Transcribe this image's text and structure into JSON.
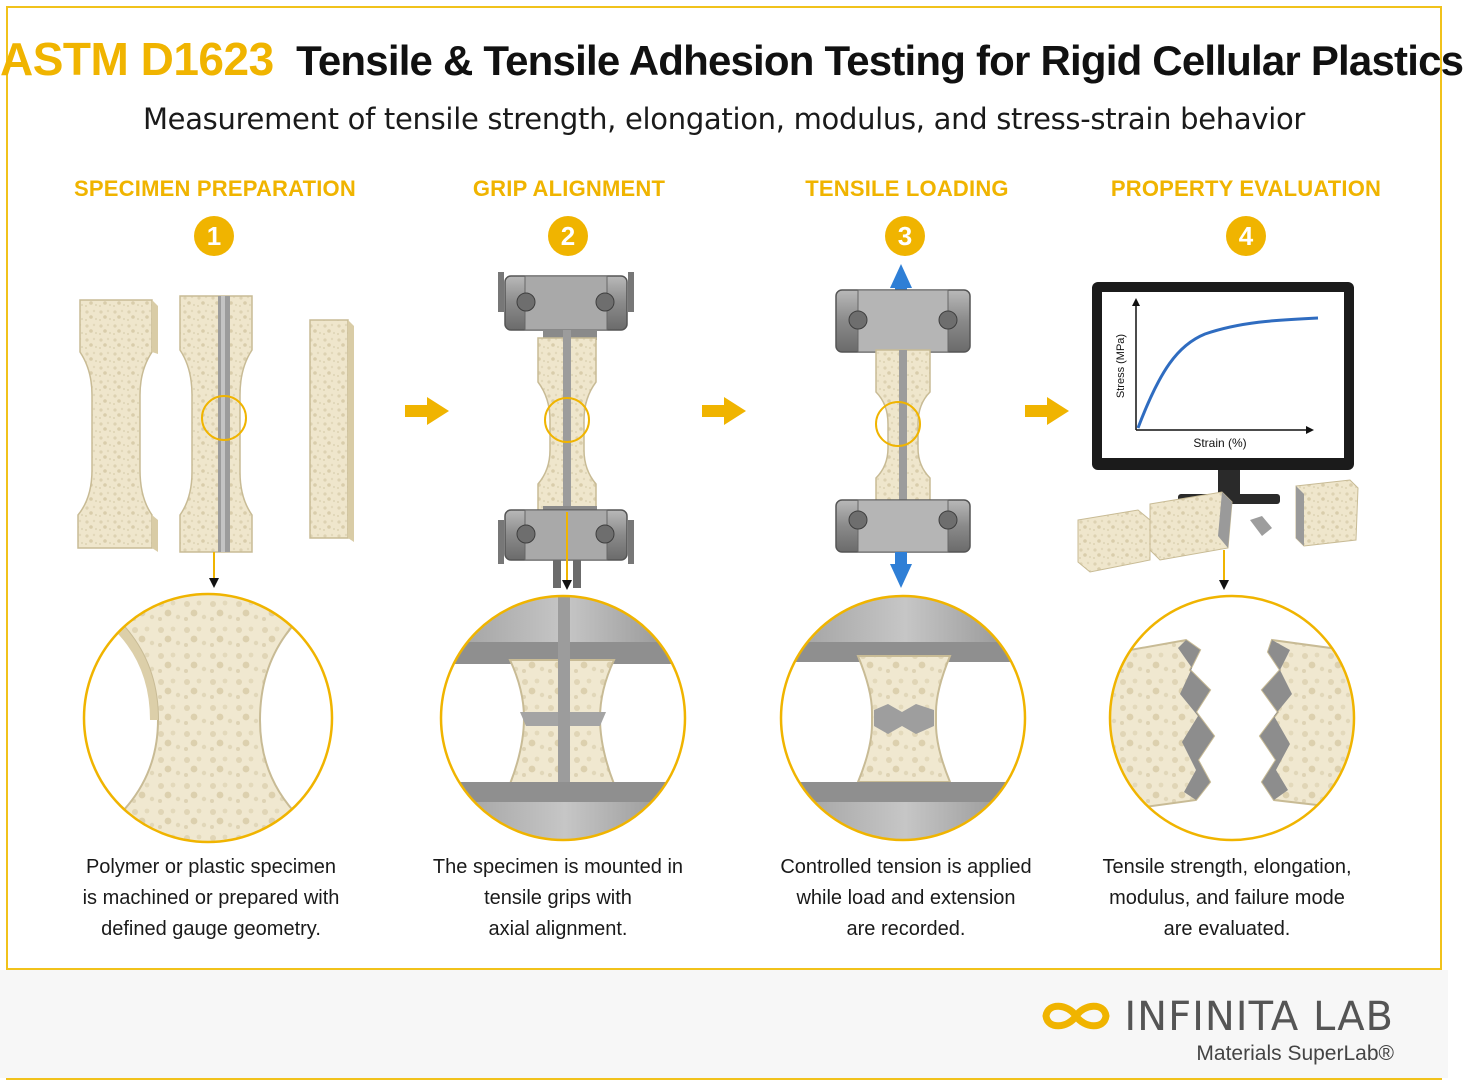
{
  "header": {
    "code": "ASTM D1623",
    "title": "Tensile & Tensile Adhesion Testing for Rigid Cellular Plastics",
    "subtitle": "Measurement of tensile strength, elongation, modulus, and stress-strain behavior"
  },
  "steps": [
    {
      "number": "1",
      "title": "SPECIMEN PREPARATION",
      "lines": [
        "Polymer or plastic specimen",
        "is machined or prepared with",
        "defined gauge geometry."
      ]
    },
    {
      "number": "2",
      "title": "GRIP ALIGNMENT",
      "lines": [
        "The specimen is mounted in",
        "tensile grips with",
        "axial alignment."
      ]
    },
    {
      "number": "3",
      "title": "TENSILE LOADING",
      "lines": [
        "Controlled tension is applied",
        "while load and extension",
        "are recorded."
      ]
    },
    {
      "number": "4",
      "title": "PROPERTY EVALUATION",
      "lines": [
        "Tensile strength, elongation,",
        "modulus, and failure mode",
        "are evaluated."
      ]
    }
  ],
  "monitor_chart": {
    "ylabel": "Stress (MPa)",
    "xlabel": "Strain (%)"
  },
  "brand": {
    "name": "INFINITA LAB",
    "tagline": "Materials SuperLab®"
  },
  "colors": {
    "accent": "#f0b400",
    "arrow_blue": "#2f7fd6",
    "foam": "#efe6cc",
    "steel": "#8d8d8d"
  }
}
